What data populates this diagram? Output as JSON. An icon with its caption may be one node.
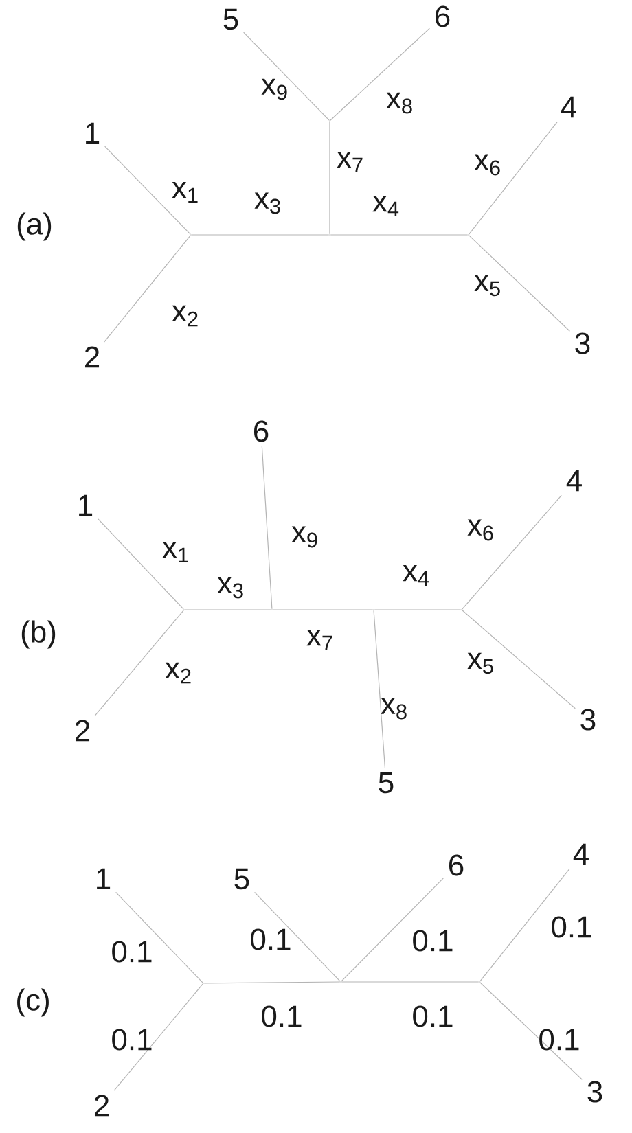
{
  "diagram": {
    "nodes": [
      {
        "text": [
          "1"
        ]
      },
      {
        "text": [
          "2"
        ]
      },
      {
        "text": [
          "5"
        ]
      },
      {
        "text": [
          "6"
        ]
      },
      {
        "text": [
          "4"
        ]
      },
      {
        "text": [
          "3"
        ]
      },
      {
        "text": [],
        "shape": "point"
      },
      {
        "text": [],
        "shape": "point"
      },
      {
        "text": [],
        "shape": "point"
      },
      {
        "text": [],
        "shape": "point"
      },
      {
        "text": [
          "1"
        ]
      },
      {
        "text": [
          "2"
        ]
      },
      {
        "text": [
          "6"
        ]
      },
      {
        "text": [
          "4"
        ]
      },
      {
        "text": [
          "3"
        ]
      },
      {
        "text": [
          "5"
        ]
      },
      {
        "text": [],
        "shape": "point"
      },
      {
        "text": [],
        "shape": "point"
      },
      {
        "text": [],
        "shape": "point"
      },
      {
        "text": [],
        "shape": "point"
      },
      {
        "text": [
          "1"
        ]
      },
      {
        "text": [
          "2"
        ]
      },
      {
        "text": [
          "5"
        ]
      },
      {
        "text": [
          "6"
        ]
      },
      {
        "text": [
          "4"
        ]
      },
      {
        "text": [
          "3"
        ]
      },
      {
        "text": [],
        "shape": "point"
      },
      {
        "text": [],
        "shape": "point"
      },
      {
        "text": [],
        "shape": "point"
      }
    ],
    "edges": [
      {
        "from": 0,
        "to": 6,
        "arrow": "none",
        "label": "x$_{1}$"
      },
      {
        "from": 1,
        "to": 6,
        "arrow": "none",
        "label": "x$_{2}$"
      },
      {
        "from": 6,
        "to": 7,
        "arrow": "none",
        "label": "x$_{3}$"
      },
      {
        "from": 7,
        "to": 9,
        "arrow": "none",
        "label": "x$_{4}$"
      },
      {
        "from": 9,
        "to": 5,
        "arrow": "none",
        "label": "x$_{5}$"
      },
      {
        "from": 9,
        "to": 4,
        "arrow": "none",
        "label": "x$_{6}$"
      },
      {
        "from": 7,
        "to": 8,
        "arrow": "none",
        "label": "x$_{7}$"
      },
      {
        "from": 8,
        "to": 3,
        "arrow": "none",
        "label": "x$_{8}$"
      },
      {
        "from": 8,
        "to": 2,
        "arrow": "none",
        "label": "x$_{9}$"
      },
      {
        "from": 10,
        "to": 16,
        "arrow": "none",
        "label": "x$_{1}$"
      },
      {
        "from": 11,
        "to": 16,
        "arrow": "none",
        "label": "x$_{2}$"
      },
      {
        "from": 16,
        "to": 17,
        "arrow": "none",
        "label": "x$_{3}$"
      },
      {
        "from": 17,
        "to": 12,
        "arrow": "none",
        "label": "x$_{9}$"
      },
      {
        "from": 17,
        "to": 18,
        "arrow": "none",
        "label": "x$_{7}$"
      },
      {
        "from": 18,
        "to": 19,
        "arrow": "none",
        "label": "x$_{4}$"
      },
      {
        "from": 18,
        "to": 15,
        "arrow": "none",
        "label": "x$_{8}$"
      },
      {
        "from": 19,
        "to": 13,
        "arrow": "none",
        "label": "x$_{6}$"
      },
      {
        "from": 19,
        "to": 14,
        "arrow": "none",
        "label": "x$_{5}$"
      },
      {
        "from": 20,
        "to": 26,
        "arrow": "none",
        "label": "0.1"
      },
      {
        "from": 21,
        "to": 26,
        "arrow": "none",
        "label": "0.1"
      },
      {
        "from": 26,
        "to": 27,
        "arrow": "none",
        "label": "0.1"
      },
      {
        "from": 27,
        "to": 22,
        "arrow": "none",
        "label": "0.1"
      },
      {
        "from": 27,
        "to": 23,
        "arrow": "none",
        "label": "0.1"
      },
      {
        "from": 27,
        "to": 28,
        "arrow": "none",
        "label": "0.1"
      },
      {
        "from": 28,
        "to": 24,
        "arrow": "none",
        "label": "0.1"
      },
      {
        "from": 28,
        "to": 25,
        "arrow": "none",
        "label": "0.1"
      }
    ],
    "labels": [
      "(a)",
      "(b)",
      "(c)"
    ]
  }
}
